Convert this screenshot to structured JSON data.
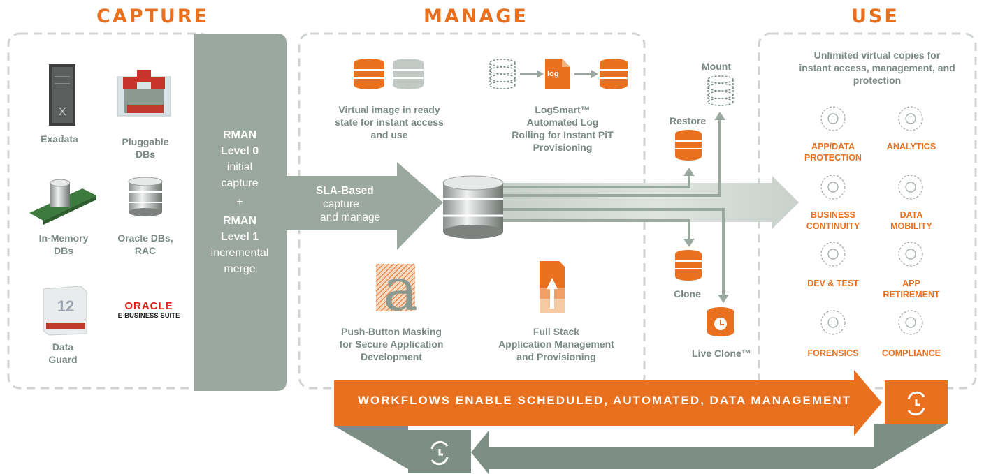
{
  "headers": {
    "capture": "CAPTURE",
    "manage": "MANAGE",
    "use": "USE"
  },
  "capture": {
    "sources": [
      {
        "label": "Exadata"
      },
      {
        "label": "Pluggable DBs"
      },
      {
        "label": "In-Memory DBs"
      },
      {
        "label": "Oracle DBs, RAC"
      },
      {
        "label": "Data Guard"
      }
    ],
    "oracle_logo": {
      "brand": "ORACLE",
      "product": "E-BUSINESS SUITE"
    },
    "rman": {
      "l1": "RMAN",
      "l2": "Level 0",
      "l3": "initial",
      "l4": "capture",
      "plus": "+",
      "l5": "RMAN",
      "l6": "Level 1",
      "l7": "incremental",
      "l8": "merge"
    }
  },
  "manage": {
    "sla": {
      "l1": "SLA-Based",
      "l2": "capture",
      "l3": "and manage"
    },
    "virtual_image": "Virtual image in ready state for instant access and use",
    "logsmart": {
      "title": "LogSmart™",
      "desc": "Automated Log Rolling for Instant PiT Provisioning",
      "doc_label": "log"
    },
    "masking": {
      "title": "Push-Button Masking",
      "desc": "for Secure Application Development"
    },
    "fullstack": {
      "title": "Full Stack",
      "desc": "Application Management and Provisioning"
    },
    "actions": {
      "mount": "Mount",
      "restore": "Restore",
      "clone": "Clone",
      "live_clone": "Live Clone™"
    }
  },
  "use": {
    "intro": "Unlimited virtual copies for instant access, management, and protection",
    "items": [
      {
        "label": "APP/DATA PROTECTION"
      },
      {
        "label": "ANALYTICS"
      },
      {
        "label": "BUSINESS CONTINUITY"
      },
      {
        "label": "DATA MOBILITY"
      },
      {
        "label": "DEV & TEST"
      },
      {
        "label": "APP RETIREMENT"
      },
      {
        "label": "FORENSICS"
      },
      {
        "label": "COMPLIANCE"
      }
    ]
  },
  "workflow": {
    "banner": "WORKFLOWS ENABLE SCHEDULED, AUTOMATED, DATA MANAGEMENT"
  },
  "colors": {
    "orange": "#e8701f",
    "gray": "#9ba89f",
    "dark_gray": "#7d8e85",
    "text_gray": "#7b8a83"
  }
}
